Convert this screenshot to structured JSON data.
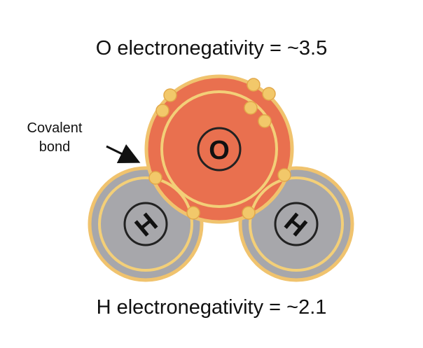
{
  "titles": {
    "top": "O electronegativity = ~3.5",
    "bottom": "H electronegativity = ~2.1"
  },
  "annotation": {
    "line1": "Covalent",
    "line2": "bond"
  },
  "atoms": {
    "oxygen": {
      "symbol": "O",
      "color": "#e9704f"
    },
    "hydrogen_left": {
      "symbol": "H",
      "color": "#a7a7ab"
    },
    "hydrogen_right": {
      "symbol": "H",
      "color": "#a7a7ab"
    }
  },
  "colors": {
    "electron": "#f2c86a",
    "shell_ring": "#f3cf78",
    "outline": "#f0c36e"
  }
}
